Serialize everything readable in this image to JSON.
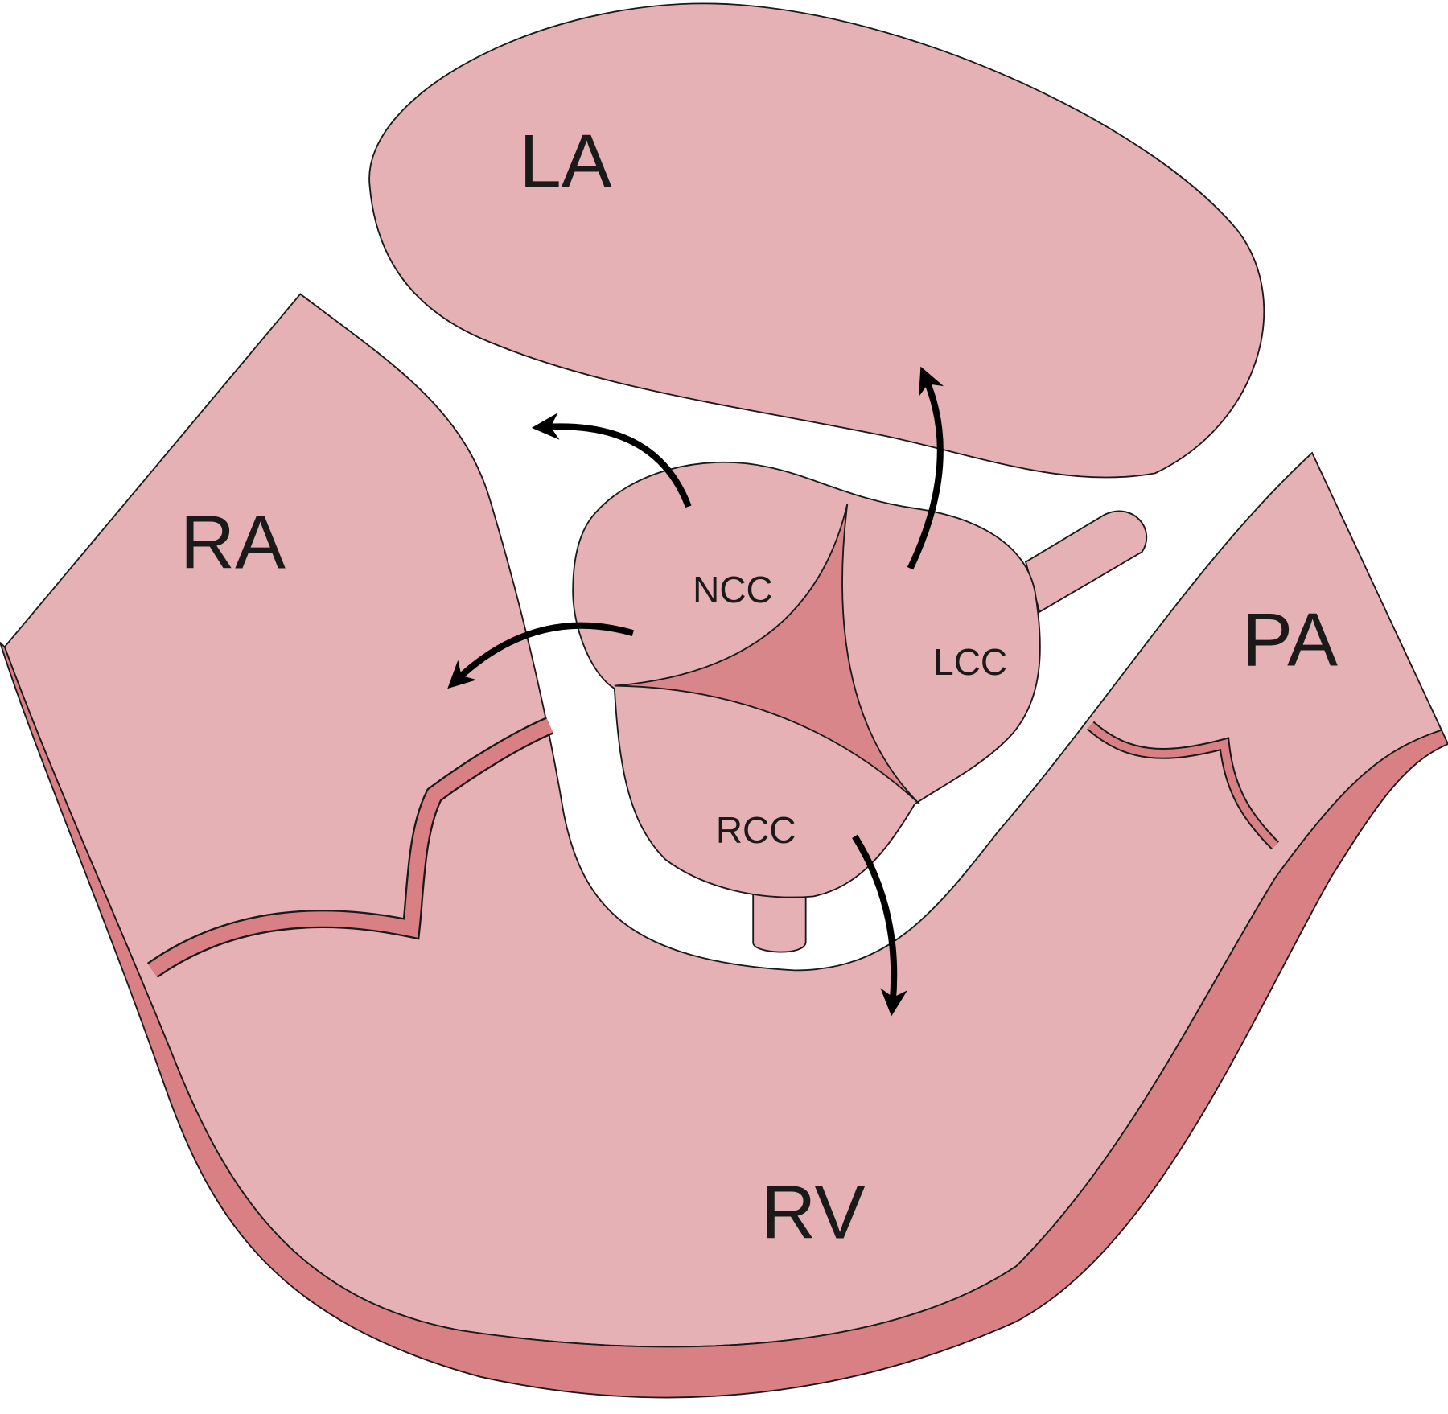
{
  "colors": {
    "tissue": "#e5b1b4",
    "wall": "#d98084",
    "commissure": "#d9868a",
    "outline": "#1a1a1a",
    "arrow": "#000000"
  },
  "labels": {
    "la": "LA",
    "ra": "RA",
    "pa": "PA",
    "rv": "RV",
    "ncc": "NCC",
    "lcc": "LCC",
    "rcc": "RCC"
  }
}
